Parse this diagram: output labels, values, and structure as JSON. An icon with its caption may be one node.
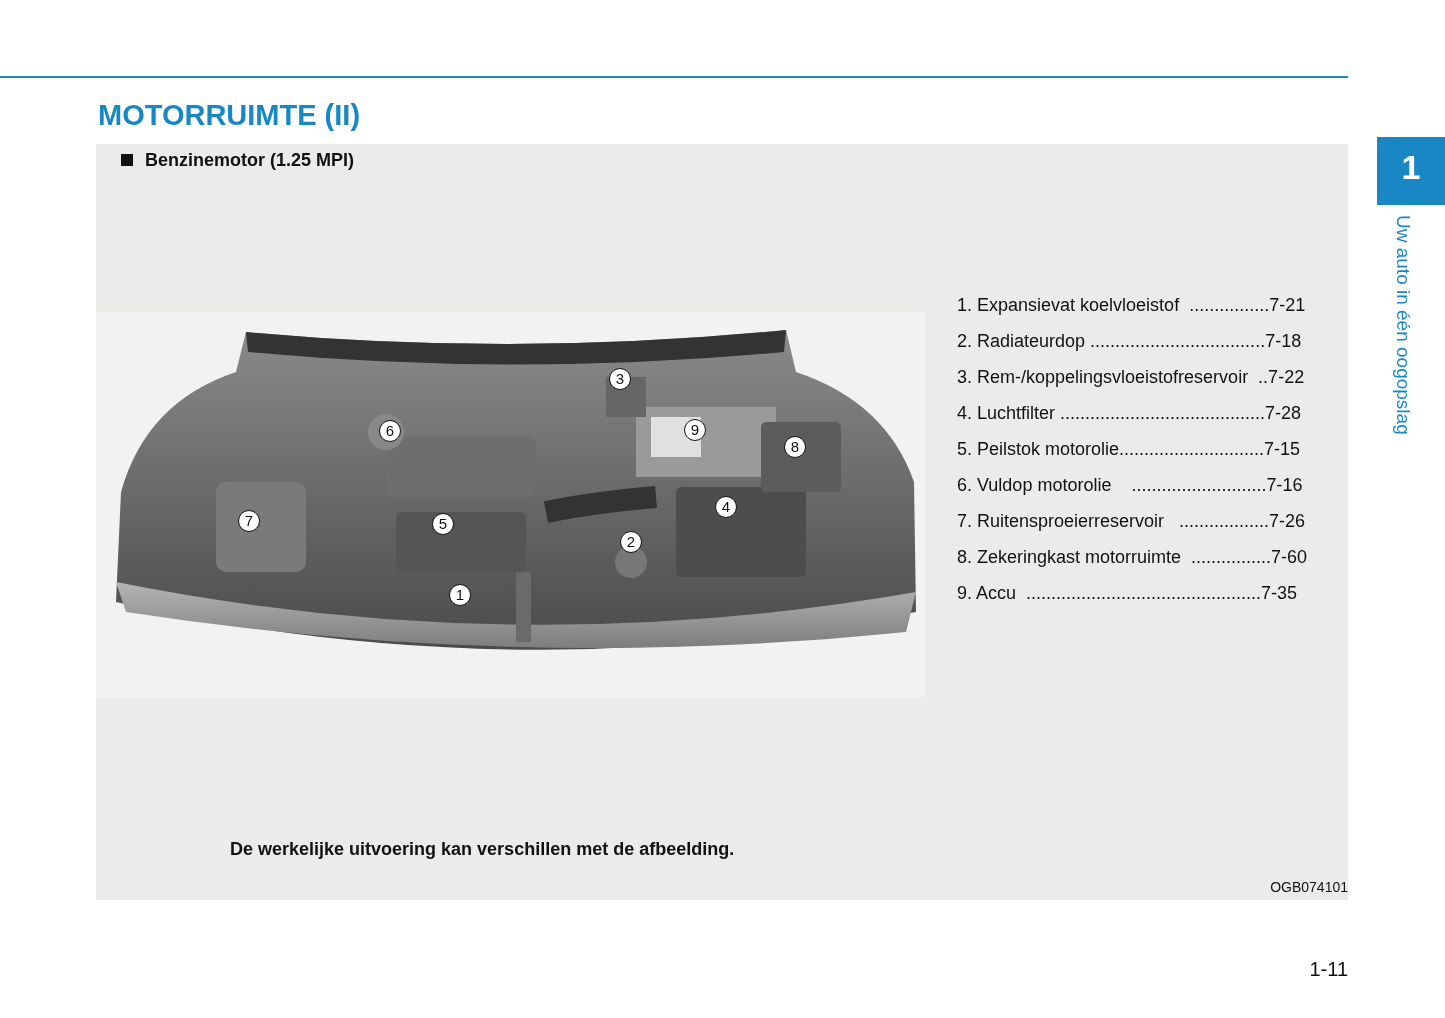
{
  "diagram": {
    "title": "MOTORRUIMTE (II)",
    "labels": [
      "Benzinemotor (1.25 MPI)",
      "1. Expansievat koelvloeistof  ................7-21",
      "2. Radiateurdop ...................................7-18",
      "3. Rem-/koppelingsvloeistofreservoir  ..7-22",
      "4. Luchtfilter .........................................7-28",
      "5. Peilstok motorolie.............................7-15",
      "6. Vuldop motorolie    ...........................7-16",
      "7. Ruitensproeierreservoir   ..................7-26",
      "8. Zekeringkast motorruimte  ................7-60",
      "9. Accu  ...............................................7-35",
      "3",
      "6",
      "9",
      "8",
      "7",
      "5",
      "4",
      "2",
      "1",
      "De werkelijke uitvoering kan verschillen met de afbeelding.",
      "OGB074101",
      "1-11",
      "1",
      "Uw auto in één oogopslag"
    ]
  }
}
